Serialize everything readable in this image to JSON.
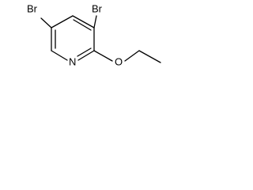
{
  "molecule": {
    "atoms": {
      "br_left": "Br",
      "br_right": "Br",
      "nitrogen": "N",
      "oxygen": "O"
    },
    "colors": {
      "bond": "#000000",
      "label": "#000000",
      "background": "#ffffff"
    }
  }
}
